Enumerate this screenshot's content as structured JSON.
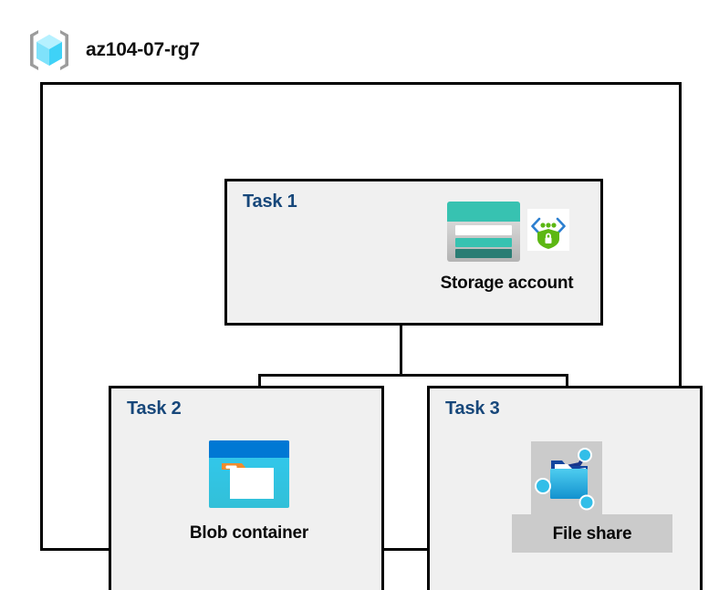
{
  "header": {
    "icon": "resource-group-cube-icon",
    "title": "az104-07-rg7"
  },
  "diagram": {
    "type": "azure-architecture-diagram",
    "container_label": "az104-07-rg7",
    "tasks": [
      {
        "id": "task1",
        "label": "Task 1",
        "node_caption": "Storage account",
        "icons": [
          "storage-account-icon",
          "secure-endpoint-shield-icon"
        ],
        "highlighted": false
      },
      {
        "id": "task2",
        "label": "Task 2",
        "node_caption": "Blob container",
        "icons": [
          "blob-container-icon"
        ],
        "highlighted": false
      },
      {
        "id": "task3",
        "label": "Task 3",
        "node_caption": "File share",
        "icons": [
          "file-share-icon"
        ],
        "highlighted": true
      }
    ],
    "connections": [
      {
        "from": "Storage account",
        "to": "Blob container"
      },
      {
        "from": "Storage account",
        "to": "File share"
      }
    ]
  },
  "colors": {
    "task_label": "#17477A",
    "task_box_bg": "#F0F0F0",
    "border": "#000000",
    "highlight_plate": "#CBCBCB",
    "storage_teal": "#37C2B1",
    "storage_teal_dark": "#2A7D74",
    "blob_blue_dark": "#0078D4",
    "blob_cyan": "#32C5EC",
    "blob_orange": "#F08C2E",
    "shield_green": "#5CB713",
    "fileshare_blue": "#32BEE8",
    "rg_cube_cyan": "#52DEFB"
  }
}
